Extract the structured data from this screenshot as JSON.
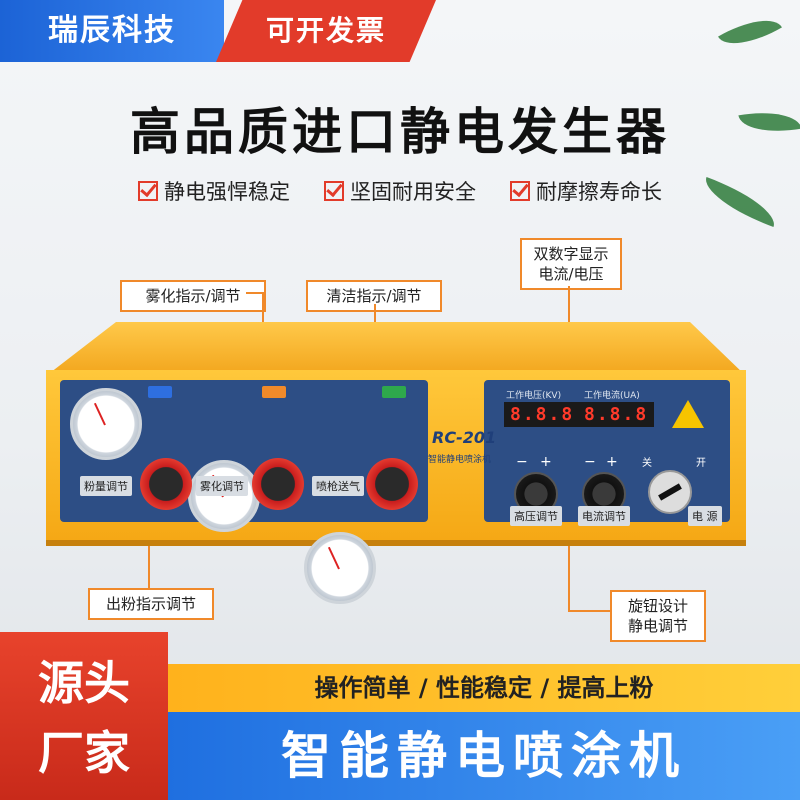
{
  "brand": "瑞辰科技",
  "invoice_badge": "可开发票",
  "headline": "高品质进口静电发生器",
  "features": [
    "静电强悍稳定",
    "坚固耐用安全",
    "耐摩擦寿命长"
  ],
  "callouts": {
    "atomize": "雾化指示/调节",
    "clean": "清洁指示/调节",
    "display_line1": "双数字显示",
    "display_line2": "电流/电压",
    "powder": "出粉指示调节",
    "knob_line1": "旋钮设计",
    "knob_line2": "静电调节"
  },
  "machine": {
    "model": "RC-201",
    "model_sub": "智能静电喷涂机",
    "gauge_labels": [
      "粉量调节",
      "雾化调节",
      "喷枪送气"
    ],
    "kv_label": "工作电压(KV)",
    "ua_label": "工作电流(UA)",
    "kv_value": "8.8.8",
    "ua_value": "8.8.8",
    "minus": "−",
    "plus": "+",
    "off": "关",
    "on": "开",
    "hv_label": "高压调节",
    "current_label": "电流调节",
    "power_label": "电 源"
  },
  "source_line1": "源头",
  "source_line2": "厂家",
  "slogan": "操作简单 / 性能稳定 / 提高上粉",
  "product_name": "智能静电喷涂机",
  "colors": {
    "brand_blue": "#1c63d6",
    "accent_red": "#e23b2a",
    "machine_yellow": "#f5a815",
    "callout_orange": "#f0892a"
  }
}
